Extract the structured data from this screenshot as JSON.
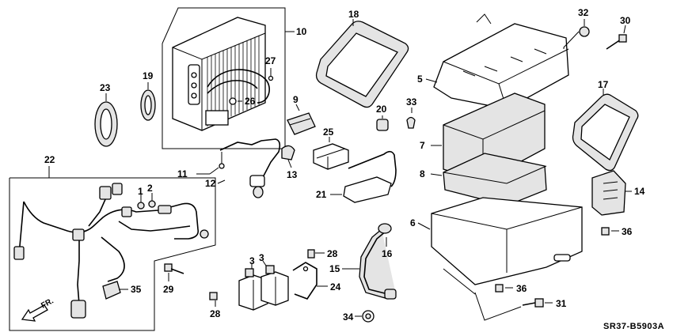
{
  "diagram_code": "SR37-B5903A",
  "direction_label": "FR.",
  "callouts": {
    "c1": "1",
    "c2": "2",
    "c3a": "3",
    "c3b": "3",
    "c5": "5",
    "c6": "6",
    "c7": "7",
    "c8": "8",
    "c9": "9",
    "c10": "10",
    "c11": "11",
    "c12": "12",
    "c13": "13",
    "c14": "14",
    "c15": "15",
    "c16": "16",
    "c17": "17",
    "c18": "18",
    "c19": "19",
    "c20": "20",
    "c21": "21",
    "c22": "22",
    "c23": "23",
    "c24": "24",
    "c25": "25",
    "c26": "26",
    "c27": "27",
    "c28a": "28",
    "c28b": "28",
    "c29": "29",
    "c30": "30",
    "c31": "31",
    "c32": "32",
    "c33": "33",
    "c34": "34",
    "c35": "35",
    "c36a": "36",
    "c36b": "36"
  }
}
